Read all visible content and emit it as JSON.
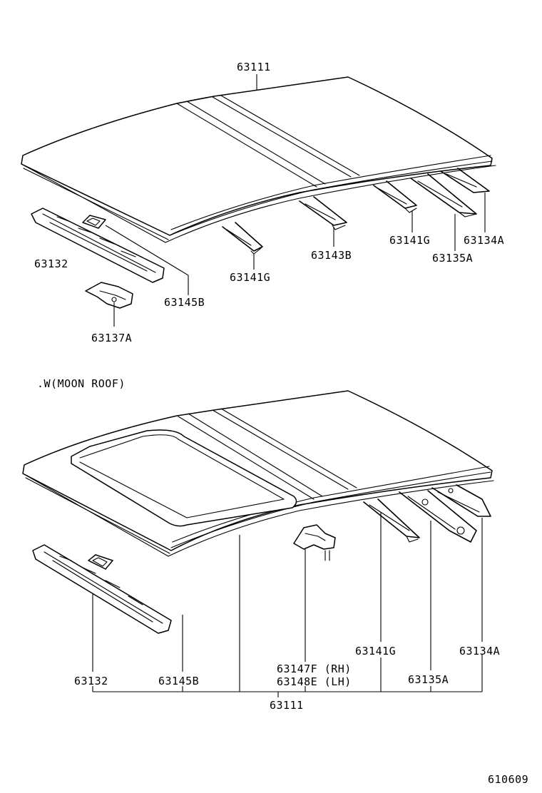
{
  "diagram": {
    "top_view": {
      "labels": {
        "roof_panel": "63111",
        "rail_front": "63132",
        "reinforcement_a": "63145B",
        "bracket": "63137A",
        "bow_1": "63141G",
        "bow_2": "63143B",
        "bow_3": "63141G",
        "rail_rear_inner": "63135A",
        "rail_rear": "63134A"
      }
    },
    "moon_roof_view": {
      "caption": ".W(MOON ROOF)",
      "labels": {
        "rail_front": "63132",
        "reinforcement_a": "63145B",
        "bracket_rh": "63147F (RH)",
        "bracket_lh": "63148E (LH)",
        "roof_panel": "63111",
        "bow": "63141G",
        "rail_rear_inner": "63135A",
        "rail_rear": "63134A"
      }
    },
    "figure_id": "610609"
  }
}
